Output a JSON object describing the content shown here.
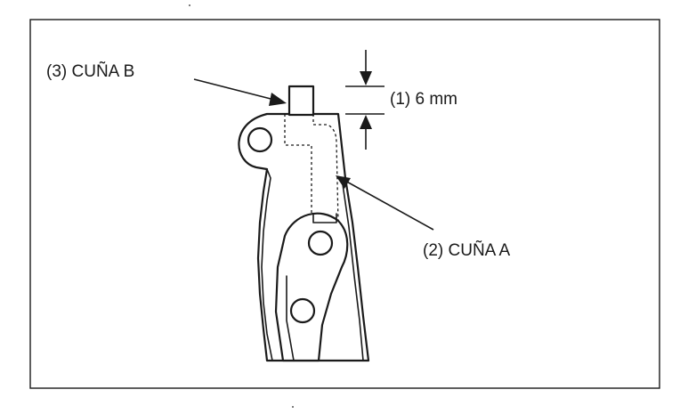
{
  "callouts": {
    "wedge_b": "(3) CUÑA B",
    "dimension": "(1) 6 mm",
    "wedge_a": "(2) CUÑA A"
  }
}
